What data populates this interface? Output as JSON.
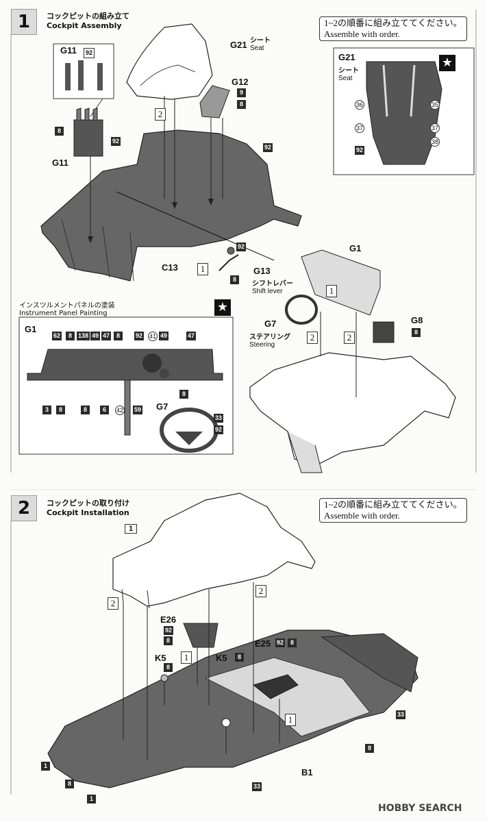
{
  "step1": {
    "number": "1",
    "title_jp": "コックピットの組み立て",
    "title_en": "Cockpit Assembly",
    "order_note_jp": "1~2の順番に組み立ててください。",
    "order_note_en": "Assemble with order.",
    "parts": {
      "g11": "G11",
      "g21": "G21",
      "g21_jp": "シート",
      "g21_en": "Seat",
      "g12": "G12",
      "c13": "C13",
      "g13": "G13",
      "g13_jp": "シフトレバー",
      "g13_en": "Shift lever",
      "g1": "G1",
      "g7": "G7",
      "g7_jp": "ステアリング",
      "g7_en": "Steering",
      "g8": "G8"
    },
    "inset": {
      "part": "G21",
      "jp": "シート",
      "en": "Seat"
    },
    "paint": {
      "title_jp": "インスツルメントパネルの塗装",
      "title_en": "Instrument Panel Painting",
      "g1": "G1",
      "g7": "G7"
    },
    "colors": [
      "92",
      "8",
      "9",
      "8",
      "92",
      "92",
      "8",
      "36",
      "35",
      "37",
      "37",
      "38",
      "92",
      "62",
      "8",
      "138",
      "49",
      "47",
      "8",
      "92",
      "41",
      "49",
      "47",
      "3",
      "8",
      "8",
      "6",
      "42",
      "59",
      "8",
      "33",
      "92",
      "8",
      "92",
      "8"
    ],
    "seq": [
      "2",
      "1",
      "1",
      "2",
      "2"
    ]
  },
  "step2": {
    "number": "2",
    "title_jp": "コックピットの取り付け",
    "title_en": "Cockpit Installation",
    "order_note_jp": "1~2の順番に組み立ててください。",
    "order_note_en": "Assemble with order.",
    "ref": "1",
    "parts": {
      "e26": "E26",
      "k5a": "K5",
      "k5b": "K5",
      "e25": "E25",
      "b1": "B1"
    },
    "colors": [
      "92",
      "8",
      "8",
      "8",
      "92",
      "8",
      "33",
      "1",
      "8",
      "1",
      "33",
      "8"
    ],
    "seq": [
      "2",
      "2",
      "1",
      "1"
    ]
  },
  "watermark": "HOBBY SEARCH"
}
